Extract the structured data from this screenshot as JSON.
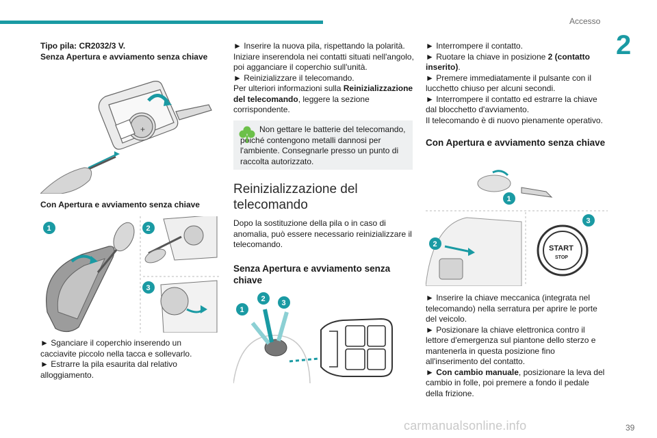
{
  "header": {
    "section_title": "Accesso",
    "chapter_number": "2"
  },
  "footer": {
    "page_number": "39",
    "watermark": "carmanualsonline.info"
  },
  "col1": {
    "battery_type": "Tipo pila: CR2032/3 V.",
    "heading_without": "Senza Apertura e avviamento senza chiave",
    "heading_with": "Con Apertura e avviamento senza chiave",
    "step1": "► Sganciare il coperchio inserendo un cacciavite piccolo nella tacca e sollevarlo.",
    "step2": "► Estrarre la pila esaurita dal relativo alloggiamento."
  },
  "col2": {
    "step1": "► Inserire la nuova pila, rispettando la polarità. Iniziare inserendola nei contatti situati nell'angolo, poi agganciare il coperchio sull'unità.",
    "step2": "► Reinizializzare il telecomando.",
    "more_info_prefix": "Per ulteriori informazioni sulla",
    "more_info_bold": "Reinizializzazione del telecomando",
    "more_info_suffix": ", leggere la sezione corrispondente.",
    "note": "Non gettare le batterie del telecomando, poiché contengono metalli dannosi per l'ambiente. Consegnarle presso un punto di raccolta autorizzato.",
    "section_heading": "Reinizializzazione del telecomando",
    "intro": "Dopo la sostituzione della pila o in caso di anomalia, può essere necessario reinizializzare il telecomando.",
    "sub_heading": "Senza Apertura e avviamento senza chiave"
  },
  "col3": {
    "step1": "► Interrompere il contatto.",
    "step2_prefix": "► Ruotare la chiave in posizione ",
    "step2_bold": "2 (contatto inserito)",
    "step2_suffix": ".",
    "step3": "► Premere immediatamente il pulsante con il lucchetto chiuso per alcuni secondi.",
    "step4": "► Interrompere il contatto ed estrarre la chiave dal blocchetto d'avviamento.",
    "step5": "Il telecomando è di nuovo pienamente operativo.",
    "sub_heading": "Con Apertura e avviamento senza chiave",
    "step6": "► Inserire la chiave meccanica (integrata nel telecomando) nella serratura per aprire le porte del veicolo.",
    "step7": "► Posizionare la chiave elettronica contro il lettore d'emergenza sul piantone dello sterzo e mantenerla in questa posizione fino all'inserimento del contatto.",
    "step8_bold": "► Con cambio manuale",
    "step8_suffix": ", posizionare la leva del cambio in folle, poi premere a fondo il pedale della frizione."
  },
  "illustrations": {
    "badges": [
      "1",
      "2",
      "3"
    ],
    "start_button_line1": "START",
    "start_button_line2": "STOP",
    "battery_sign": "+",
    "icons": [
      "recycle-tree-icon"
    ]
  },
  "colors": {
    "accent": "#1a9aa3",
    "badge": "#1a9aa3",
    "note_bg": "#eef0f1",
    "eco_green": "#6cc04a"
  }
}
